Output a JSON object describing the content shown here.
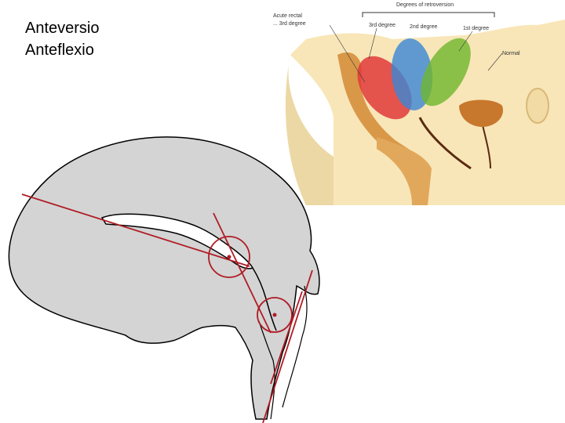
{
  "slide": {
    "title_line1": "Anteversio",
    "title_line2": "Anteflexio"
  },
  "retroversion_figure": {
    "header": "Degrees of retroversion",
    "labels": {
      "acute": "Acute rectal",
      "acute_sub": "... 3rd degree",
      "third": "3rd degree",
      "second": "2nd degree",
      "first": "1st degree",
      "normal": "Normal"
    },
    "colors": {
      "tissue": "#f8e6b8",
      "tissue_dark": "#e8c88a",
      "organ": "#d99848",
      "third_degree": "#e03a3a",
      "second_degree": "#3a86d6",
      "first_degree": "#6fb62c",
      "bladder": "#c8782c"
    }
  },
  "angle_figure": {
    "colors": {
      "fill": "#d4d4d4",
      "outline": "#000000",
      "axis": "#b01c24"
    }
  }
}
